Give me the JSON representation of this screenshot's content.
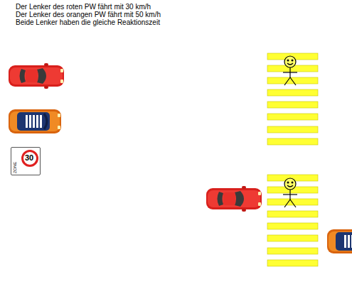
{
  "diagram": {
    "nodes": [
      {
        "text": [
          "30",
          "ZONE"
        ]
      }
    ],
    "labels": [
      "Der Lenker des roten PW fährt mit 30 km/h",
      "Der Lenker des orangen PW fährt mit 50 km/h",
      "Beide Lenker haben die gleiche Reaktionszeit"
    ]
  }
}
